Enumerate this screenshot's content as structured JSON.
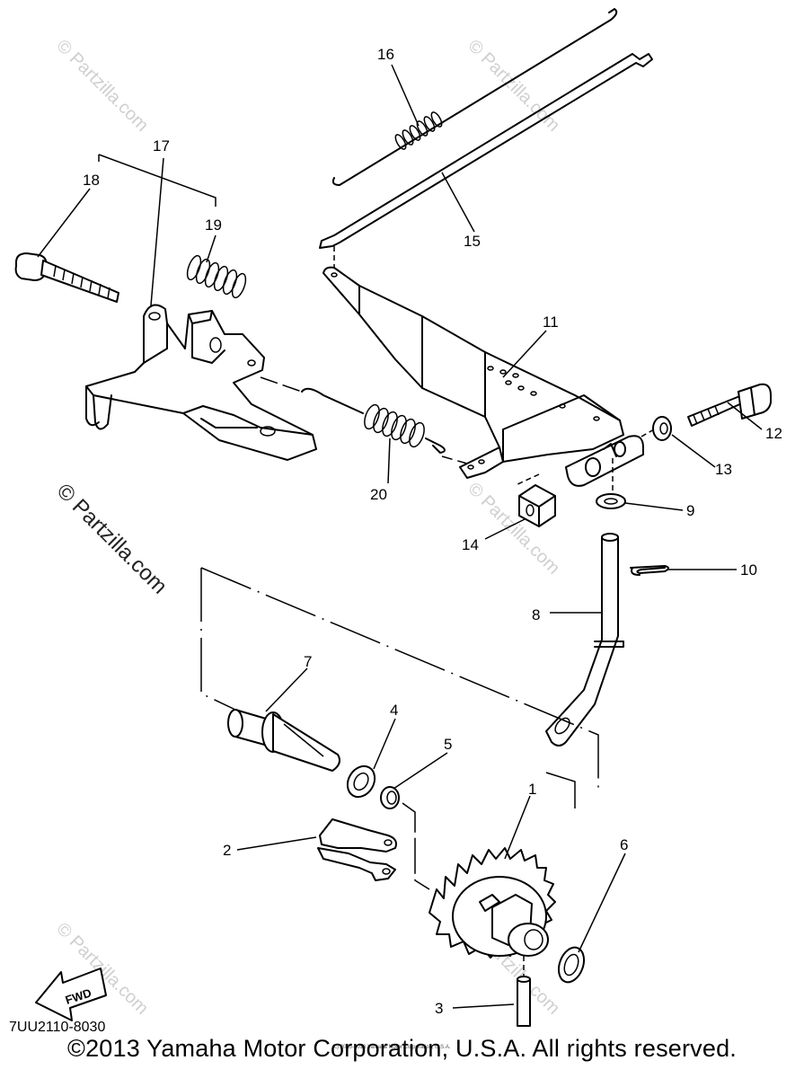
{
  "diagram": {
    "callouts": [
      {
        "id": "c16",
        "label": "16"
      },
      {
        "id": "c17",
        "label": "17"
      },
      {
        "id": "c18",
        "label": "18"
      },
      {
        "id": "c19",
        "label": "19"
      },
      {
        "id": "c15",
        "label": "15"
      },
      {
        "id": "c11",
        "label": "11"
      },
      {
        "id": "c12",
        "label": "12"
      },
      {
        "id": "c13",
        "label": "13"
      },
      {
        "id": "c20",
        "label": "20"
      },
      {
        "id": "c9",
        "label": "9"
      },
      {
        "id": "c14",
        "label": "14"
      },
      {
        "id": "c10",
        "label": "10"
      },
      {
        "id": "c8",
        "label": "8"
      },
      {
        "id": "c7",
        "label": "7"
      },
      {
        "id": "c4",
        "label": "4"
      },
      {
        "id": "c5",
        "label": "5"
      },
      {
        "id": "c1",
        "label": "1"
      },
      {
        "id": "c2",
        "label": "2"
      },
      {
        "id": "c6",
        "label": "6"
      },
      {
        "id": "c3",
        "label": "3"
      }
    ],
    "watermark_main": "© Partzilla.com",
    "watermark_faint": "© Partzilla.com",
    "fwd_label": "FWD",
    "diagram_code": "7UU2110-8030",
    "small_copyright": "(c) 2005-2016 Yamaha Motor Corporation, U.S.A.",
    "copyright": "©2013 Yamaha Motor Corporation, U.S.A. All rights reserved."
  }
}
